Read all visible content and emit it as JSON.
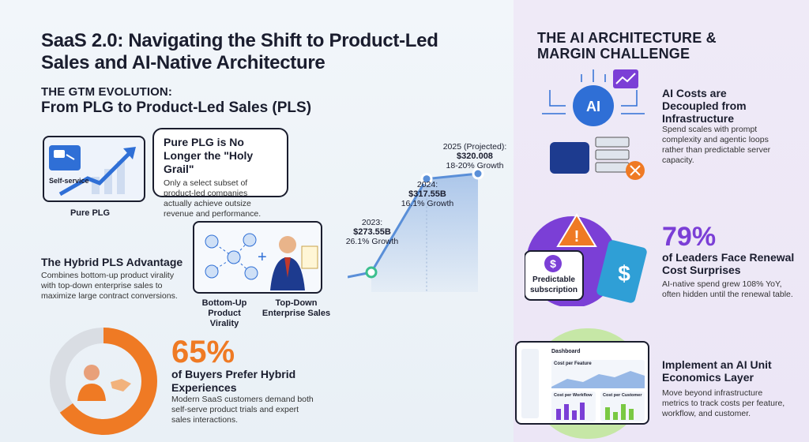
{
  "title": "SaaS 2.0: Navigating the Shift to Product-Led Sales and AI-Native Architecture",
  "gtm": {
    "kicker": "THE GTM EVOLUTION:",
    "heading": "From PLG to Product-Led Sales (PLS)",
    "plg_card_label": "Self-service",
    "plg_caption": "Pure PLG",
    "bubble_title": "Pure PLG is No Longer the \"Holy Grail\"",
    "bubble_text": "Only a select subset of product-led companies actually achieve outsize revenue and performance.",
    "hybrid_title": "The Hybrid PLS Advantage",
    "hybrid_text": "Combines bottom-up product virality with top-down enterprise sales to maximize large contract conversions.",
    "bottom_up_label": "Bottom-Up Product Virality",
    "top_down_label": "Top-Down Enterprise Sales",
    "buyers_pct": "65%",
    "buyers_title": "of Buyers Prefer Hybrid Experiences",
    "buyers_text": "Modern SaaS customers demand both self-serve product trials and expert sales interactions."
  },
  "chart_data": {
    "type": "line",
    "x": [
      "2023",
      "2024",
      "2025 (Projected)"
    ],
    "values": [
      273.55,
      317.55,
      320.008
    ],
    "value_labels": [
      "$273.55B",
      "$317.55B",
      "$320.008"
    ],
    "growth_labels": [
      "26.1% Growth",
      "16.1% Growth",
      "18-20% Growth"
    ],
    "point_prefixes": [
      "2023:",
      "2024:",
      "2025 (Projected):"
    ],
    "line_color": "#5a8fd8",
    "start_color": "#3cbf8e"
  },
  "ai": {
    "title": "THE AI ARCHITECTURE & MARGIN CHALLENGE",
    "decoupled_title": "AI Costs are Decoupled from Infrastructure",
    "decoupled_text": "Spend scales with prompt complexity and agentic loops rather than predictable server capacity.",
    "chip_label": "AI",
    "leaders_pct": "79%",
    "leaders_title": "of Leaders Face Renewal Cost Surprises",
    "leaders_text": "AI-native spend grew 108% YoY, often hidden until the renewal table.",
    "subscription_label": "Predictable subscription",
    "unit_title": "Implement an AI Unit Economics Layer",
    "unit_text": "Move beyond infrastructure metrics to track costs per feature, workflow, and customer.",
    "dash_title": "Dashboard",
    "dash_feature": "Cost per Feature",
    "dash_workflow": "Cost per Workflow",
    "dash_customer": "Cost per Customer"
  },
  "colors": {
    "orange": "#ef7a24",
    "purple": "#7b3fd6",
    "blue": "#2f6fd6",
    "green": "#7ac943"
  }
}
